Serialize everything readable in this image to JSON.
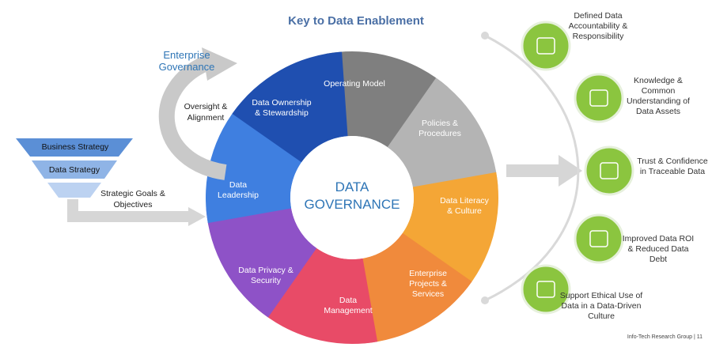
{
  "title": "Key to Data Enablement",
  "enterprise_governance": "Enterprise Governance",
  "oversight": "Oversight & Alignment",
  "center": "DATA GOVERNANCE",
  "funnel": {
    "business_strategy": "Business Strategy",
    "data_strategy": "Data Strategy",
    "goals": "Strategic Goals & Objectives"
  },
  "segments": [
    {
      "label": "Operating Model",
      "color": "#7f7f7f"
    },
    {
      "label": "Policies & Procedures",
      "color": "#b4b4b4"
    },
    {
      "label": "Data Literacy & Culture",
      "color": "#f4a636"
    },
    {
      "label": "Enterprise Projects & Services",
      "color": "#f08a3c"
    },
    {
      "label": "Data Management",
      "color": "#e84b67"
    },
    {
      "label": "Data Privacy & Security",
      "color": "#8e52c7"
    },
    {
      "label": "Data Leadership",
      "color": "#3f7fe0"
    },
    {
      "label": "Data Ownership & Stewardship",
      "color": "#1f4fb0"
    }
  ],
  "outcomes": [
    {
      "label": "Defined Data Accountability & Responsibility",
      "icon": "checklist-icon"
    },
    {
      "label": "Knowledge & Common Understanding of Data Assets",
      "icon": "book-icon"
    },
    {
      "label": "Trust & Confidence in Traceable Data",
      "icon": "basket-icon"
    },
    {
      "label": "Improved Data ROI & Reduced Data Debt",
      "icon": "monitor-chart-icon"
    },
    {
      "label": "Support Ethical Use of Data in a Data-Driven Culture",
      "icon": "server-icon"
    }
  ],
  "accent_green": "#8bc53f",
  "footer": "Info-Tech Research Group  |  11"
}
